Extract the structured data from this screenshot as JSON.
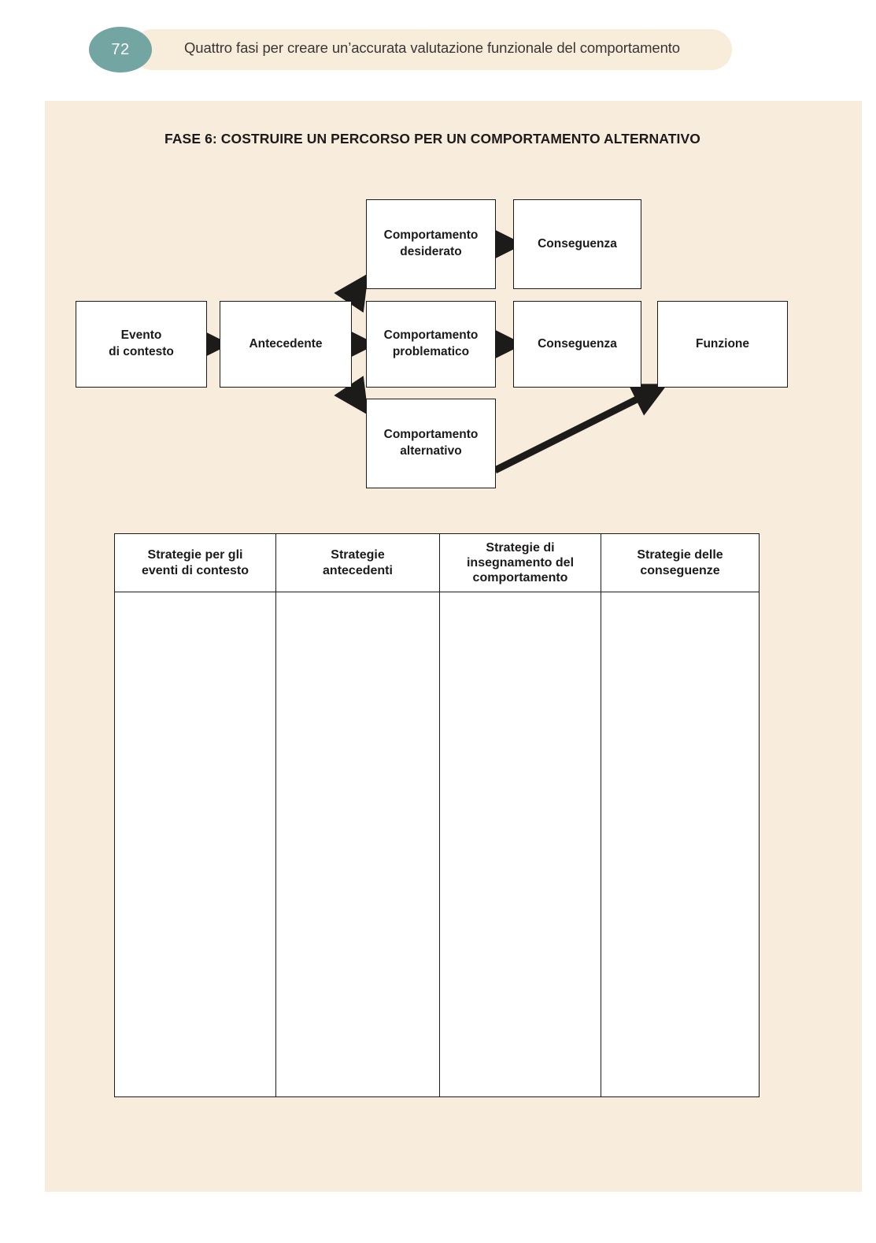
{
  "header": {
    "page_number": "72",
    "running_title": "Quattro fasi per creare un’accurata valutazione funzionale del comportamento",
    "badge_color": "#73a5a3",
    "bar_color": "#f8ecdb"
  },
  "panel": {
    "background_color": "#f8eddd"
  },
  "section": {
    "title": "FASE 6: COSTRUIRE UN PERCORSO PER UN COMPORTAMENTO ALTERNATIVO"
  },
  "diagram": {
    "boxes": {
      "evento": {
        "line1": "Evento",
        "line2": "di contesto"
      },
      "antecedente": {
        "line1": "Antecedente"
      },
      "desiderato": {
        "line1": "Comportamento",
        "line2": "desiderato"
      },
      "problematico": {
        "line1": "Comportamento",
        "line2": "problematico"
      },
      "alternativo": {
        "line1": "Comportamento",
        "line2": "alternativo"
      },
      "conseguenza_1": {
        "line1": "Conseguenza"
      },
      "conseguenza_2": {
        "line1": "Conseguenza"
      },
      "funzione": {
        "line1": "Funzione"
      }
    },
    "arrow_color": "#1d1b1a"
  },
  "table": {
    "headers": [
      {
        "line1": "Strategie per gli",
        "line2": "eventi di contesto"
      },
      {
        "line1": "Strategie",
        "line2": "antecedenti"
      },
      {
        "line1": "Strategie di",
        "line2": "insegnamento del",
        "line3": "comportamento"
      },
      {
        "line1": "Strategie delle",
        "line2": "conseguenze"
      }
    ],
    "rows": [
      [
        "",
        "",
        "",
        ""
      ]
    ]
  }
}
